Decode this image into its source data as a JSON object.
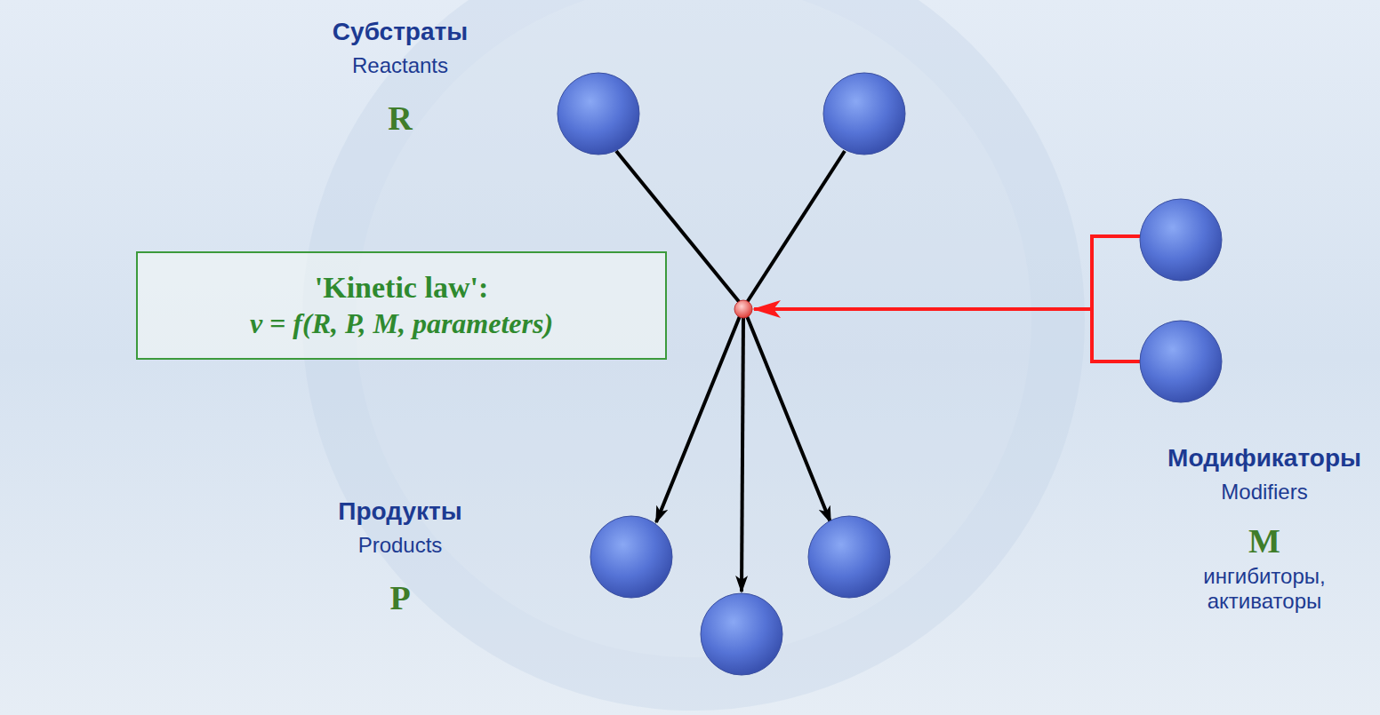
{
  "diagram": {
    "nodes": [
      {
        "text": [
          "'Kinetic law':",
          "v = f(R, P, M, parameters)"
        ]
      }
    ],
    "labels": [
      "Субстраты",
      "Reactants",
      "R",
      "Продукты",
      "Products",
      "P",
      "Модификаторы",
      "Modifiers",
      "M",
      "ингибиторы, активаторы"
    ]
  }
}
